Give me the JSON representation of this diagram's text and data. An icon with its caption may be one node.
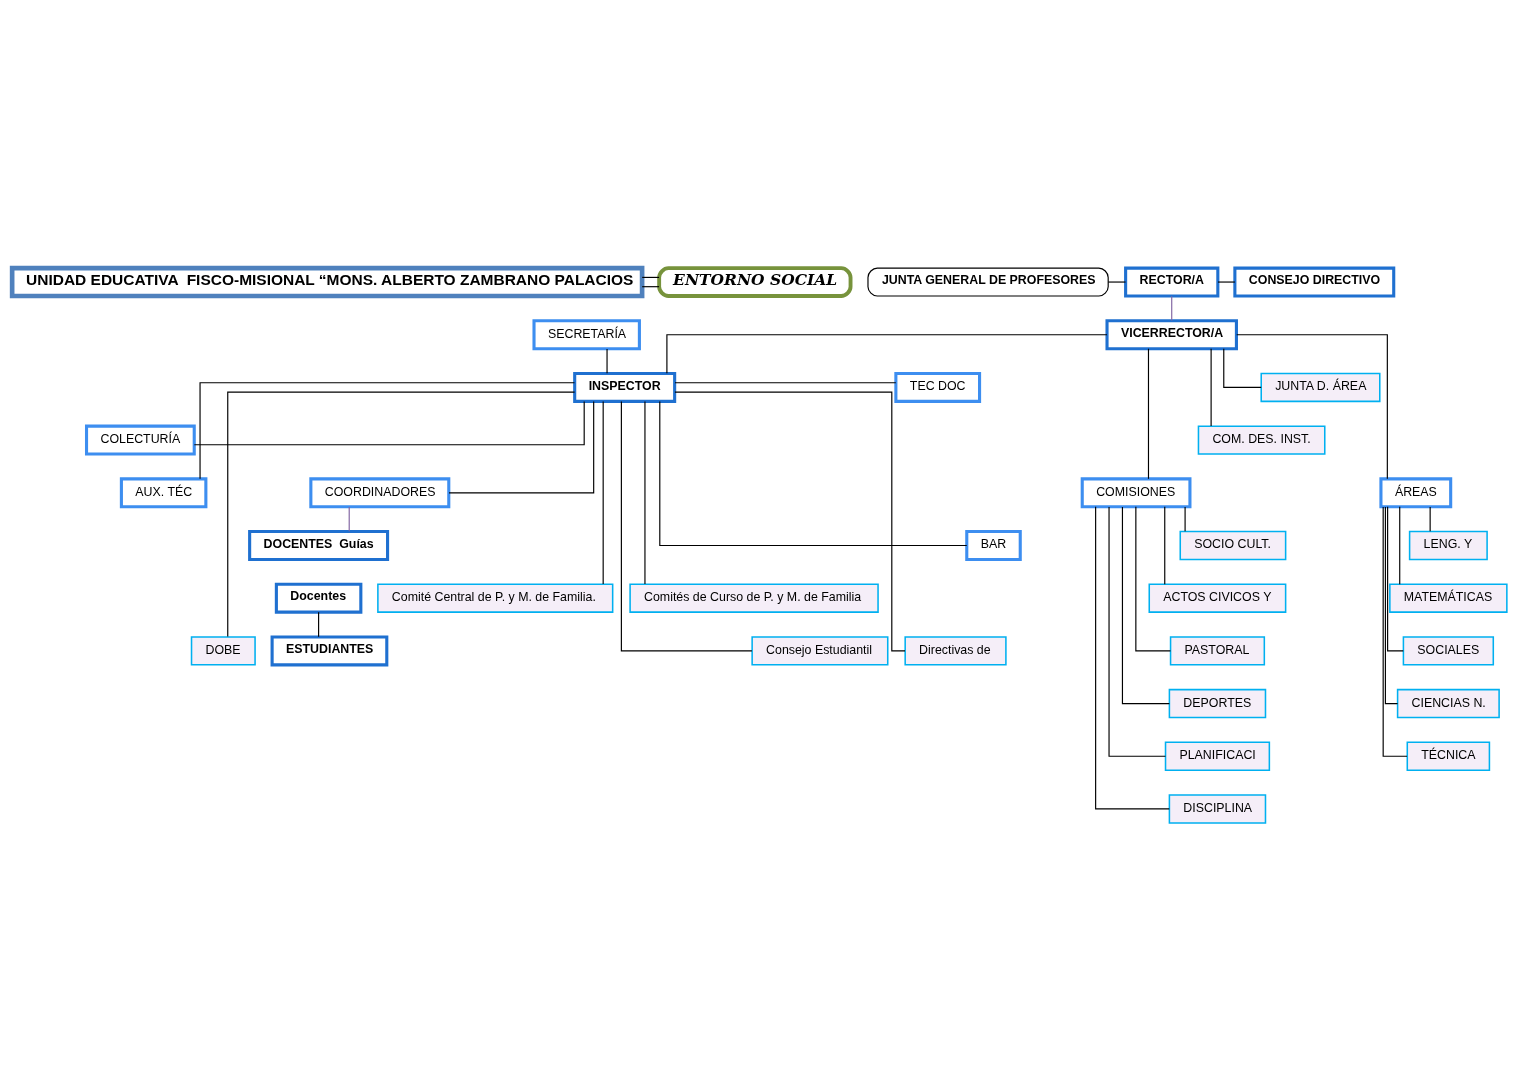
{
  "diagram": {
    "nodes": [
      {
        "text": [
          "UNIDAD EDUCATIVA  FISCO-MISIONAL “MONS. ALBERTO ZAMBRANO PALACIOS"
        ]
      },
      {
        "text": [
          "JUNTA GENERAL DE PROFESORES"
        ]
      },
      {
        "text": [
          "RECTOR/A"
        ]
      },
      {
        "text": [
          "CONSEJO DIRECTIVO"
        ]
      },
      {
        "text": [
          "VICERRECTOR/A"
        ]
      },
      {
        "text": [
          "COM. DES. INST."
        ]
      },
      {
        "text": [
          "JUNTA D. ÁREA"
        ]
      },
      {
        "text": [
          "INSPECTOR"
        ]
      },
      {
        "text": [
          "SECRETARÍA"
        ]
      },
      {
        "text": [
          "COLECTURÍA"
        ]
      },
      {
        "text": [
          "TEC DOC"
        ]
      },
      {
        "text": [
          "AUX. TÉC"
        ]
      },
      {
        "text": [
          "BAR"
        ]
      },
      {
        "text": [
          "COMISIONES"
        ]
      },
      {
        "text": [
          "ÁREAS"
        ]
      },
      {
        "text": [
          "COORDINADORES"
        ]
      },
      {
        "text": [
          "DOCENTES  Guías"
        ]
      },
      {
        "text": [
          "Docentes"
        ]
      },
      {
        "text": [
          "Comité Central de P. y M. de Familia."
        ]
      },
      {
        "text": [
          "Comités de Curso de P. y M. de Familia"
        ]
      },
      {
        "text": [
          "SOCIO CULT."
        ]
      },
      {
        "text": [
          "ACTOS CIVICOS Y"
        ]
      },
      {
        "text": [
          "PASTORAL"
        ]
      },
      {
        "text": [
          "DEPORTES"
        ]
      },
      {
        "text": [
          "PLANIFICACI"
        ]
      },
      {
        "text": [
          "DISCIPLINA"
        ]
      },
      {
        "text": [
          "LENG. Y"
        ]
      },
      {
        "text": [
          "MATEMÁTICAS"
        ]
      },
      {
        "text": [
          "SOCIALES"
        ]
      },
      {
        "text": [
          "CIENCIAS N."
        ]
      },
      {
        "text": [
          "TÉCNICA"
        ]
      },
      {
        "text": [
          "ESTUDIANTES"
        ]
      },
      {
        "text": [
          "Consejo Estudiantil"
        ]
      },
      {
        "text": [
          "Directivas de"
        ]
      },
      {
        "text": [
          "DOBE"
        ]
      },
      {
        "text": [
          "ENTORNO SOCIAL"
        ]
      }
    ],
    "edges": [
      {
        "from": 1,
        "to": 2,
        "arrow": "none"
      },
      {
        "from": 2,
        "to": 3,
        "arrow": "none"
      },
      {
        "from": 2,
        "to": 4,
        "arrow": "none",
        "color": "#8064a2"
      },
      {
        "from": 4,
        "to": 7,
        "arrow": "none"
      },
      {
        "from": 4,
        "to": 5,
        "arrow": "none"
      },
      {
        "from": 4,
        "to": 6,
        "arrow": "none"
      },
      {
        "from": 4,
        "to": 13,
        "arrow": "none"
      },
      {
        "from": 4,
        "to": 14,
        "arrow": "none"
      },
      {
        "from": 7,
        "to": 15,
        "arrow": "none"
      },
      {
        "from": 7,
        "to": 8,
        "arrow": "none"
      },
      {
        "from": 7,
        "to": 9,
        "arrow": "none"
      },
      {
        "from": 7,
        "to": 10,
        "arrow": "none"
      },
      {
        "from": 7,
        "to": 11,
        "arrow": "none"
      },
      {
        "from": 7,
        "to": 12,
        "arrow": "none"
      },
      {
        "from": 7,
        "to": 18,
        "arrow": "none"
      },
      {
        "from": 7,
        "to": 19,
        "arrow": "none"
      },
      {
        "from": 7,
        "to": 32,
        "arrow": "none"
      },
      {
        "from": 7,
        "to": 33,
        "arrow": "none"
      },
      {
        "from": 7,
        "to": 34,
        "arrow": "none"
      },
      {
        "from": 15,
        "to": 16,
        "arrow": "none",
        "color": "#8064a2"
      },
      {
        "from": 17,
        "to": 31,
        "arrow": "none"
      },
      {
        "from": 13,
        "to": 20,
        "arrow": "none"
      },
      {
        "from": 13,
        "to": 21,
        "arrow": "none"
      },
      {
        "from": 13,
        "to": 22,
        "arrow": "none"
      },
      {
        "from": 13,
        "to": 23,
        "arrow": "none"
      },
      {
        "from": 13,
        "to": 24,
        "arrow": "none"
      },
      {
        "from": 13,
        "to": 25,
        "arrow": "none"
      },
      {
        "from": 14,
        "to": 26,
        "arrow": "none"
      },
      {
        "from": 14,
        "to": 27,
        "arrow": "none"
      },
      {
        "from": 14,
        "to": 28,
        "arrow": "none"
      },
      {
        "from": 14,
        "to": 29,
        "arrow": "none"
      },
      {
        "from": 14,
        "to": 30,
        "arrow": "none"
      },
      {
        "from": 0,
        "to": 35,
        "arrow": "none"
      },
      {
        "from": 0,
        "to": 35,
        "arrow": "none"
      }
    ]
  }
}
